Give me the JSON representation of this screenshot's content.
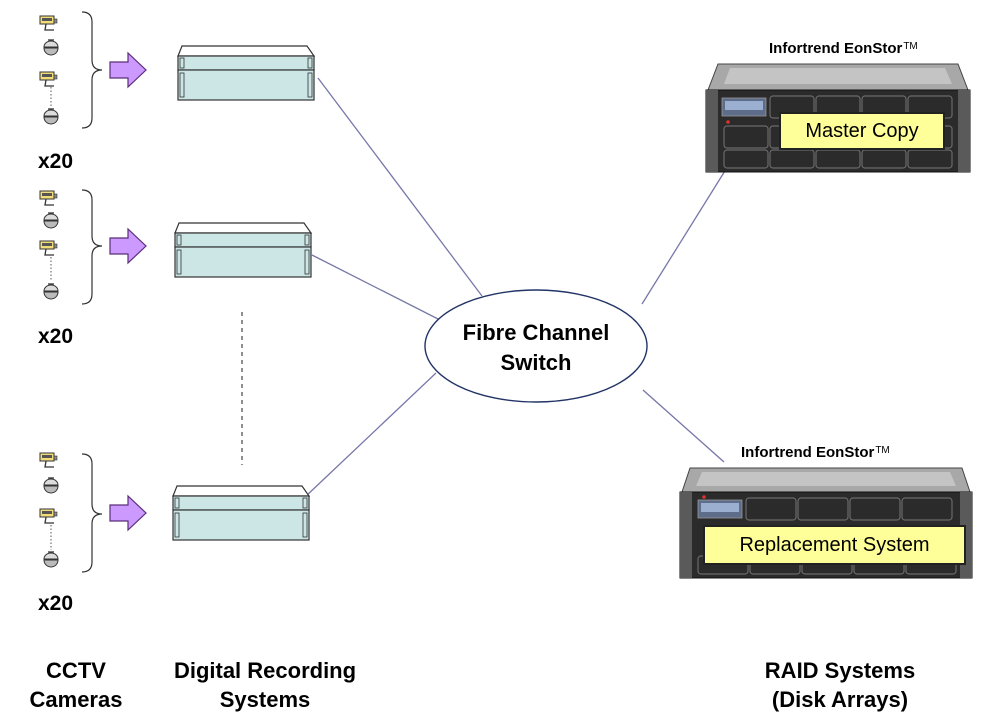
{
  "groups": [
    {
      "count_label": "x20"
    },
    {
      "count_label": "x20"
    },
    {
      "count_label": "x20"
    }
  ],
  "switch": {
    "line1": "Fibre Channel",
    "line2": "Switch"
  },
  "raid_systems": [
    {
      "brand": "Infortrend EonStor",
      "trademark": "TM",
      "label": "Master Copy"
    },
    {
      "brand": "Infortrend EonStor",
      "trademark": "TM",
      "label": "Replacement System"
    }
  ],
  "bottom_labels": {
    "cameras": {
      "line1": "CCTV",
      "line2": "Cameras"
    },
    "recorders": {
      "line1": "Digital Recording",
      "line2": "Systems"
    },
    "raid": {
      "line1": "RAID Systems",
      "line2": "(Disk Arrays)"
    }
  },
  "colors": {
    "arrow": "#cc99ff",
    "recorder_fill": "#cce6e6",
    "connection_line": "#7777aa",
    "label_fill": "#ffff99",
    "camera_body": "#f2dc7a"
  },
  "icons": {
    "camera": "box-camera-icon",
    "dome": "dome-camera-icon",
    "arrow": "right-arrow-icon"
  }
}
